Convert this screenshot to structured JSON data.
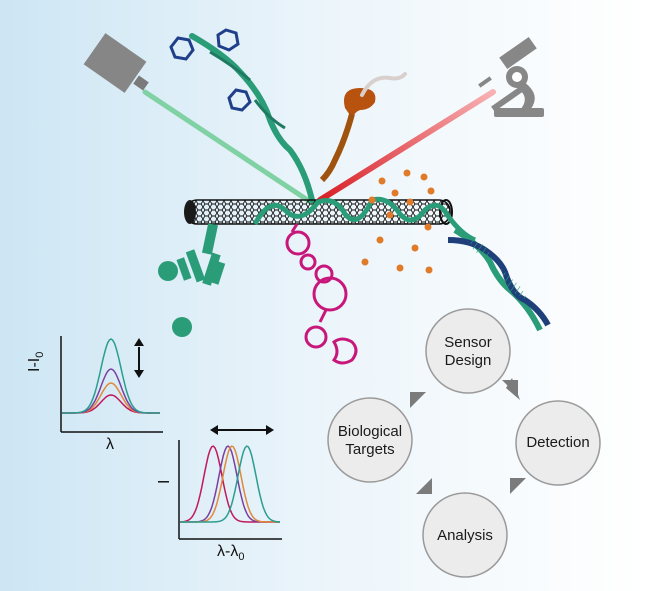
{
  "cycle": {
    "nodes": [
      {
        "label": "Sensor\nDesign"
      },
      {
        "label": "Detection"
      },
      {
        "label": "Analysis"
      },
      {
        "label": "Biological\nTargets"
      }
    ]
  },
  "plot_intensity": {
    "ylabel": "I-I",
    "ylabel_sub": "0",
    "xlabel": "λ"
  },
  "plot_shift": {
    "ylabel": "I",
    "xlabel": "λ-λ",
    "xlabel_sub": "0"
  },
  "colors": {
    "curve_colors": [
      "#c2185b",
      "#7b3fa0",
      "#e0893a",
      "#2a9d8f"
    ],
    "dna_teal": "#2a9d78",
    "dna_navy": "#1f3f7a",
    "antibody_green": "#2a9d78",
    "pink_chain": "#c8177a",
    "dots_orange": "#e07b2a",
    "laser_green": "#7ccf9f",
    "laser_red": "#e8343a",
    "tube_black": "#111111",
    "arrow_gray": "#7b7b7b",
    "device_gray": "#8a8a8a"
  }
}
